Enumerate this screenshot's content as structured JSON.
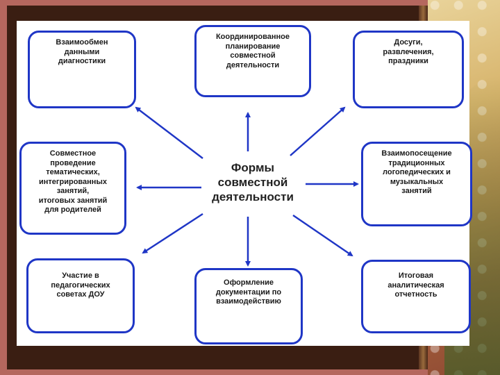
{
  "center": {
    "title": "Формы\nсовместной\nдеятельности"
  },
  "boxes": {
    "top_left": "Взаимообмен\nданными\nдиагностики",
    "top_center": "Координированное\nпланирование\nсовместной\nдеятельности",
    "top_right": "Досуги,\nразвлечения,\nпраздники",
    "mid_left": "Совместное\nпроведение\nтематических,\nинтегрированных\nзанятий,\nитоговых занятий\nдля родителей",
    "mid_right": "Взаимопосещение\nтрадиционных\nлогопедических и\nмузыкальных\nзанятий",
    "bottom_left": "Участие в\nпедагогических\nсоветах ДОУ",
    "bottom_center": "Оформление\nдокументации по\nвзаимодействию",
    "bottom_right": "Итоговая\nаналитическая\nотчетность"
  },
  "colors": {
    "box_border": "#1f36c6",
    "arrow": "#1f36c6"
  }
}
